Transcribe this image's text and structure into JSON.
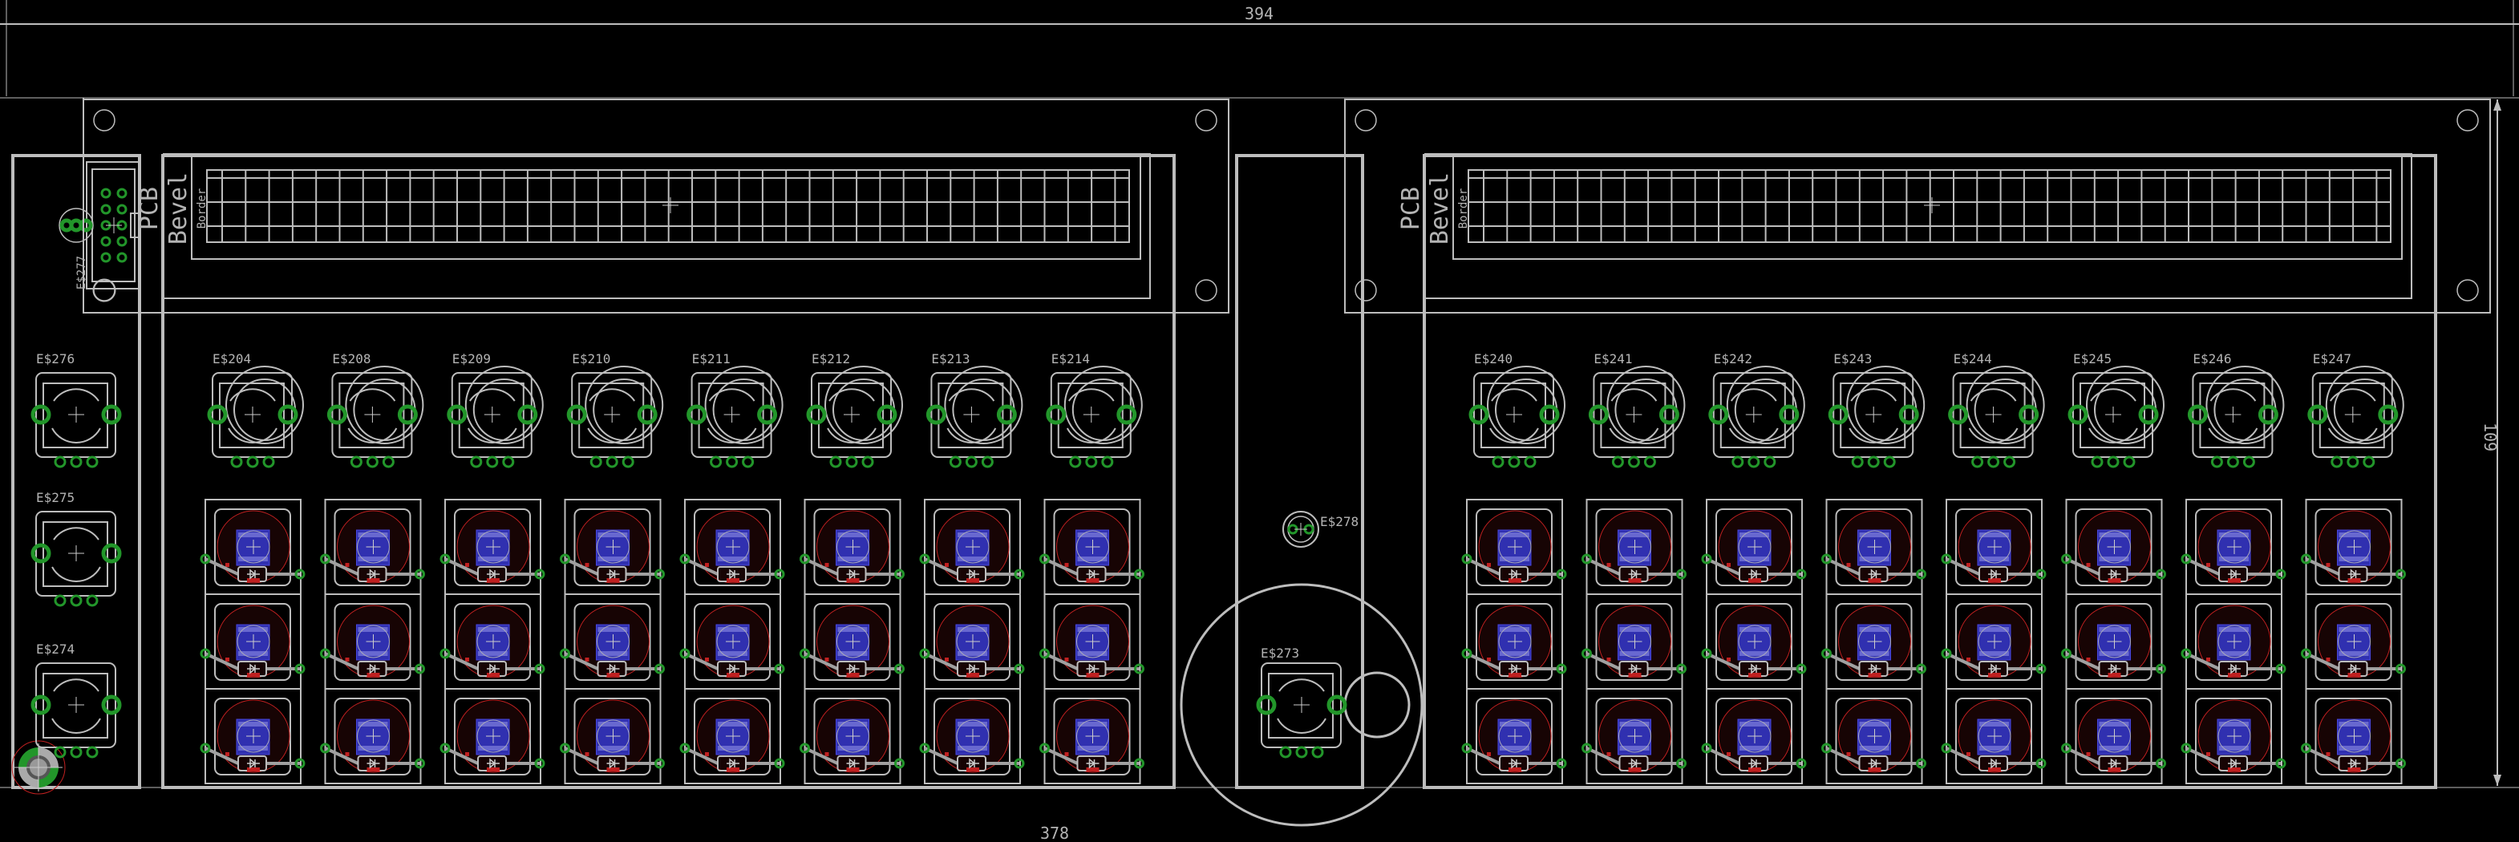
{
  "colors": {
    "background": "#000000",
    "outline": "#bdbdbd",
    "pad": "#22962a",
    "smd": "#3030b0",
    "smd_light": "#6868d0",
    "keepout": "#c02020",
    "trace": "#a0a0a0"
  },
  "dimensions": {
    "top_width": "394",
    "bottom_width": "378",
    "right_height": "109"
  },
  "silkscreen": {
    "pcb": "PCB",
    "bevel": "Bevel",
    "border": "Border"
  },
  "connector": {
    "label": "E$277"
  },
  "left_column_pots": [
    "E$276",
    "E$275",
    "E$274"
  ],
  "left_pots": [
    "E$204",
    "E$208",
    "E$209",
    "E$210",
    "E$211",
    "E$212",
    "E$213",
    "E$214"
  ],
  "right_pots": [
    "E$240",
    "E$241",
    "E$242",
    "E$243",
    "E$244",
    "E$245",
    "E$246",
    "E$247"
  ],
  "center": {
    "buzzer_label": "E$278",
    "pot_label": "E$273"
  },
  "led_grid": {
    "columns": 8,
    "rows": 3
  }
}
